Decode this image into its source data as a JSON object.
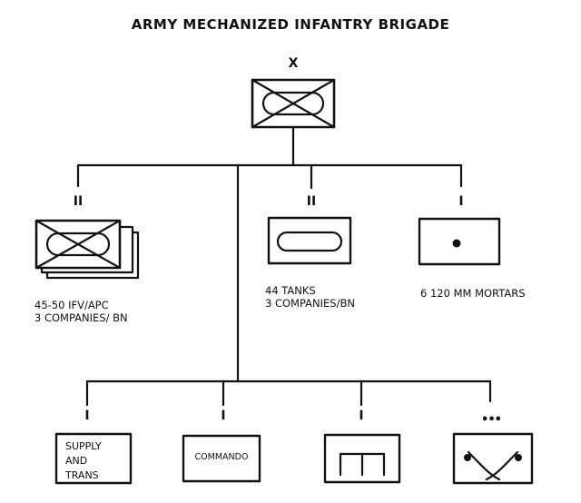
{
  "title": "ARMY MECHANIZED INFANTRY BRIGADE",
  "brigade": {
    "echelon": "X",
    "symbol": "mechanized-infantry-symbol"
  },
  "battalions": [
    {
      "echelon": "II",
      "symbol": "mechanized-infantry-symbol",
      "lines": [
        "45-50 IFV/APC",
        "3 COMPANIES/ BN"
      ]
    },
    {
      "echelon": "II",
      "symbol": "armor-symbol",
      "lines": [
        "44 TANKS",
        "3 COMPANIES/BN"
      ]
    },
    {
      "echelon": "I",
      "symbol": "mortar-symbol",
      "lines": [
        "6 120 MM MORTARS"
      ]
    }
  ],
  "support_units": [
    {
      "echelon": "I",
      "symbol": "supply-transport-box",
      "lines": [
        "SUPPLY",
        "AND",
        "TRANS"
      ]
    },
    {
      "echelon": "I",
      "symbol": "commando-box",
      "lines": [
        "COMMANDO"
      ]
    },
    {
      "echelon": "I",
      "symbol": "engineer-symbol",
      "lines": []
    },
    {
      "echelon": "•••",
      "symbol": "signal-symbol",
      "lines": []
    }
  ]
}
